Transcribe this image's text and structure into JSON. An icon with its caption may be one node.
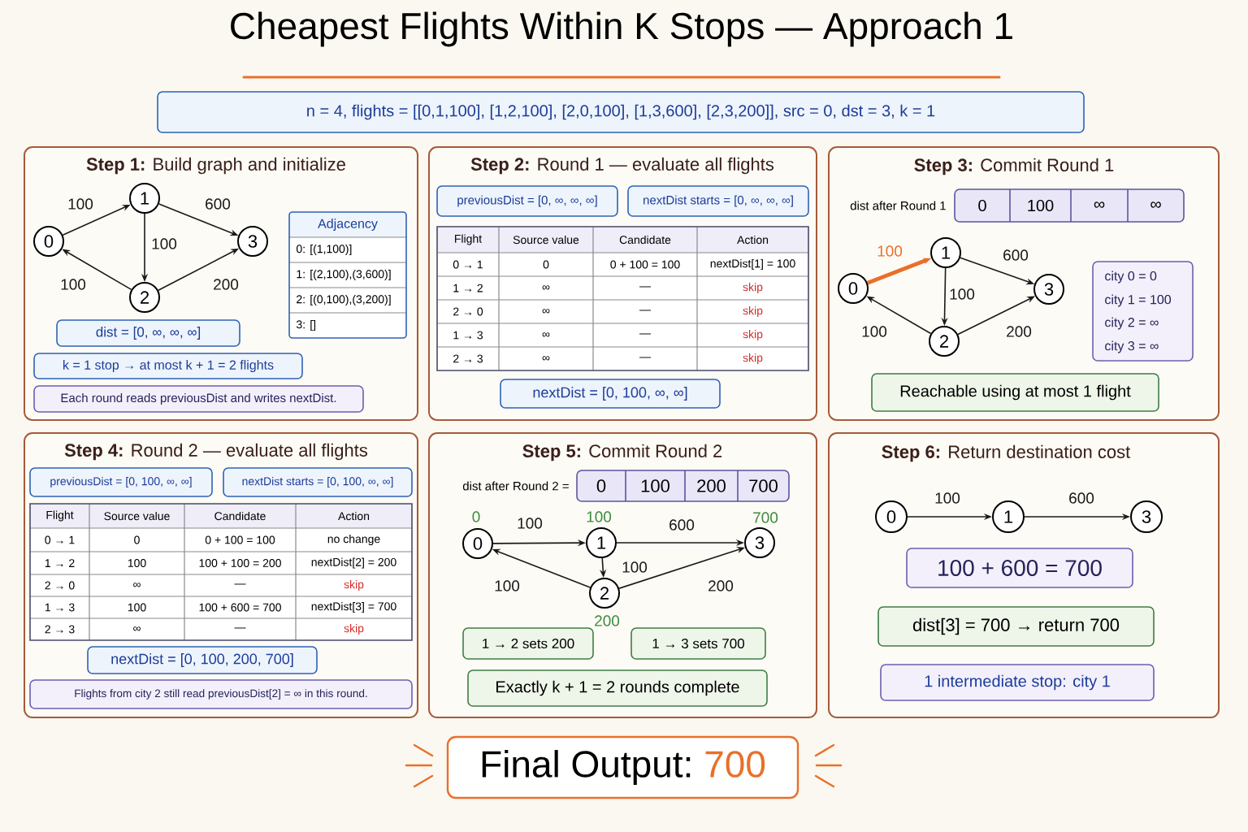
{
  "diagram": {
    "title": "Cheapest Flights Within K Stops — Approach 1",
    "nodes": [
      {
        "text": [
          "n = 4, flights = [[0,1,100], [1,2,100], [2,0,100], [1,3,600], [2,3,200]], src = 0, dst = 3, k = 1"
        ]
      },
      {
        "text": [
          "**Step 1:** Build graph and initialize"
        ]
      },
      {
        "text": [
          "0"
        ],
        "in": 1
      },
      {
        "text": [
          "1"
        ],
        "in": 1
      },
      {
        "text": [
          "2"
        ],
        "in": 1
      },
      {
        "text": [
          "3"
        ],
        "in": 1
      },
      {
        "text": [
          "Adjacency",
          "0: [(1,100)]",
          "1: [(2,100),(3,600)]",
          "2: [(0,100),(3,200)]",
          "3: []"
        ],
        "in": 1
      },
      {
        "text": [
          "dist = [0, ∞, ∞, ∞]"
        ],
        "in": 1
      },
      {
        "text": [
          "k = 1 stop → at most k + 1 = 2 flights"
        ],
        "in": 1
      },
      {
        "text": [
          "Each round reads previousDist and writes nextDist."
        ],
        "in": 1
      },
      {
        "text": [
          "**Step 2:** Round 1 — evaluate all flights"
        ]
      },
      {
        "text": [
          "previousDist = [0, ∞, ∞, ∞]"
        ],
        "in": 10
      },
      {
        "text": [
          "nextDist starts = [0, ∞, ∞, ∞]"
        ],
        "in": 10
      },
      {
        "text": [
          "Flight",
          "Source value",
          "Candidate",
          "Action",
          "0 → 1",
          "0",
          "0 + 100 = 100",
          "nextDist[1] = 100",
          "1 → 2",
          "∞",
          "—",
          "skip",
          "2 → 0",
          "∞",
          "—",
          "skip",
          "1 → 3",
          "∞",
          "—",
          "skip",
          "2 → 3",
          "∞",
          "—",
          "skip"
        ],
        "in": 10
      },
      {
        "text": [
          "nextDist = [0, 100, ∞, ∞]"
        ],
        "in": 10
      },
      {
        "text": [
          "**Step 3:** Commit Round 1"
        ]
      },
      {
        "text": [
          "0",
          "100",
          "∞",
          "∞"
        ],
        "beside": [
          "dist after Round 1"
        ],
        "in": 15
      },
      {
        "text": [
          "0"
        ],
        "in": 15
      },
      {
        "text": [
          "1"
        ],
        "in": 15
      },
      {
        "text": [
          "2"
        ],
        "in": 15
      },
      {
        "text": [
          "3"
        ],
        "in": 15
      },
      {
        "text": [
          "city 0 = 0",
          "city 1 = 100",
          "city 2 = ∞",
          "city 3 = ∞"
        ],
        "in": 15
      },
      {
        "text": [
          "Reachable using at most 1 flight"
        ],
        "in": 15
      },
      {
        "text": [
          "**Step 4:** Round 2 — evaluate all flights"
        ]
      },
      {
        "text": [
          "previousDist = [0, 100, ∞, ∞]"
        ],
        "in": 23
      },
      {
        "text": [
          "nextDist starts = [0, 100, ∞, ∞]"
        ],
        "in": 23
      },
      {
        "text": [
          "Flight",
          "Source value",
          "Candidate",
          "Action",
          "0 → 1",
          "0",
          "0 + 100 = 100",
          "no change",
          "1 → 2",
          "100",
          "100 + 100 = 200",
          "nextDist[2] = 200",
          "2 → 0",
          "∞",
          "—",
          "skip",
          "1 → 3",
          "100",
          "100 + 600 = 700",
          "nextDist[3] = 700",
          "2 → 3",
          "∞",
          "—",
          "skip"
        ],
        "in": 23
      },
      {
        "text": [
          "nextDist = [0, 100, 200, 700]"
        ],
        "in": 23
      },
      {
        "text": [
          "Flights from city 2 still read previousDist[2] = ∞ in this round."
        ],
        "in": 23
      },
      {
        "text": [
          "**Step 5:** Commit Round 2"
        ]
      },
      {
        "text": [
          "0",
          "100",
          "200",
          "700"
        ],
        "beside": [
          "dist after Round 2 ="
        ],
        "in": 29
      },
      {
        "text": [
          "0"
        ],
        "beside": [
          "0"
        ],
        "in": 29
      },
      {
        "text": [
          "1"
        ],
        "beside": [
          "100"
        ],
        "in": 29
      },
      {
        "text": [
          "2"
        ],
        "beside": [
          "200"
        ],
        "in": 29
      },
      {
        "text": [
          "3"
        ],
        "beside": [
          "700"
        ],
        "in": 29
      },
      {
        "text": [
          "1 → 2 sets 200"
        ],
        "in": 29
      },
      {
        "text": [
          "1 → 3 sets 700"
        ],
        "in": 29
      },
      {
        "text": [
          "Exactly k + 1 = 2 rounds complete"
        ],
        "in": 29
      },
      {
        "text": [
          "**Step 6:** Return destination cost"
        ]
      },
      {
        "text": [
          "0"
        ],
        "in": 38
      },
      {
        "text": [
          "1"
        ],
        "in": 38
      },
      {
        "text": [
          "3"
        ],
        "in": 38
      },
      {
        "text": [
          "100 + 600 = 700"
        ],
        "in": 38
      },
      {
        "text": [
          "dist[3] = 700 → return 700"
        ],
        "in": 38
      },
      {
        "text": [
          "1 intermediate stop: city 1"
        ],
        "in": 38
      },
      {
        "text": [
          "Final Output:",
          "700"
        ]
      }
    ],
    "edges": [
      {
        "from": 2,
        "to": 3,
        "arrow": "to",
        "label": "100"
      },
      {
        "from": 3,
        "to": 5,
        "arrow": "to",
        "label": "600"
      },
      {
        "from": 3,
        "to": 4,
        "arrow": "to",
        "label": "100"
      },
      {
        "from": 4,
        "to": 2,
        "arrow": "to",
        "label": "100"
      },
      {
        "from": 4,
        "to": 5,
        "arrow": "to",
        "label": "200"
      },
      {
        "from": 17,
        "to": 18,
        "arrow": "to",
        "label": "100",
        "style": "thick",
        "color": "#e8702a"
      },
      {
        "from": 18,
        "to": 20,
        "arrow": "to",
        "label": "600"
      },
      {
        "from": 18,
        "to": 19,
        "arrow": "to",
        "label": "100"
      },
      {
        "from": 19,
        "to": 17,
        "arrow": "to",
        "label": "100"
      },
      {
        "from": 19,
        "to": 20,
        "arrow": "to",
        "label": "200"
      },
      {
        "from": 31,
        "to": 32,
        "arrow": "to",
        "label": "100"
      },
      {
        "from": 32,
        "to": 34,
        "arrow": "to",
        "label": "600"
      },
      {
        "from": 32,
        "to": 33,
        "arrow": "to",
        "label": "100"
      },
      {
        "from": 33,
        "to": 31,
        "arrow": "to",
        "label": "100"
      },
      {
        "from": 33,
        "to": 34,
        "arrow": "to",
        "label": "200"
      },
      {
        "from": 39,
        "to": 40,
        "arrow": "to",
        "label": "100"
      },
      {
        "from": 40,
        "to": 41,
        "arrow": "to",
        "label": "600"
      }
    ]
  }
}
